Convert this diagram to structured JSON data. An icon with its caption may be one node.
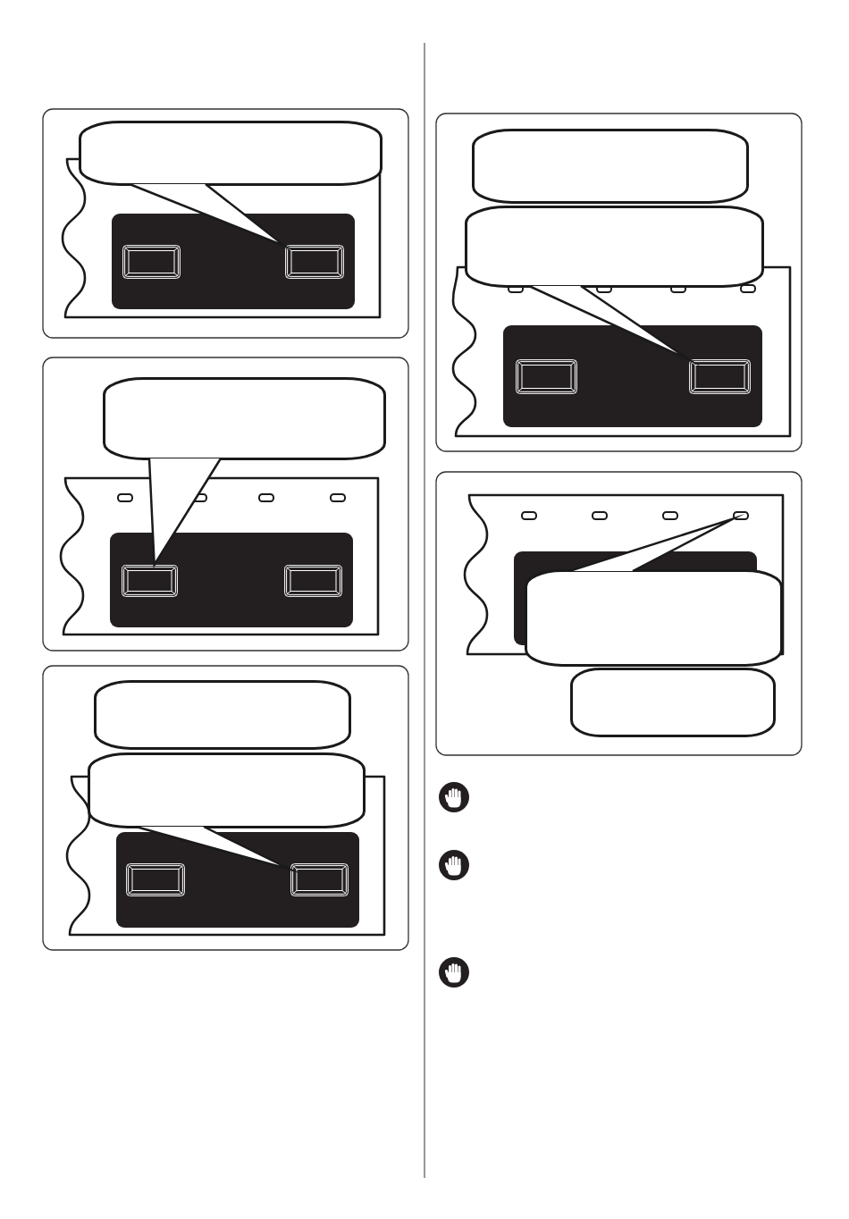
{
  "diagram": {
    "nodes": [
      {
        "text": [],
        "shape": "bubble"
      },
      {
        "text": [],
        "shape": "button"
      },
      {
        "text": [],
        "shape": "button"
      },
      {
        "text": [],
        "shape": "bubble"
      },
      {
        "text": [],
        "shape": "light"
      },
      {
        "text": [],
        "shape": "light"
      },
      {
        "text": [],
        "shape": "light"
      },
      {
        "text": [],
        "shape": "light"
      },
      {
        "text": [],
        "shape": "button"
      },
      {
        "text": [],
        "shape": "button"
      },
      {
        "text": [],
        "shape": "bubble"
      },
      {
        "text": [],
        "shape": "bubble"
      },
      {
        "text": [],
        "shape": "button"
      },
      {
        "text": [],
        "shape": "button"
      },
      {
        "text": [],
        "shape": "bubble"
      },
      {
        "text": [],
        "shape": "bubble"
      },
      {
        "text": [],
        "shape": "light"
      },
      {
        "text": [],
        "shape": "light"
      },
      {
        "text": [],
        "shape": "light"
      },
      {
        "text": [],
        "shape": "light"
      },
      {
        "text": [],
        "shape": "button"
      },
      {
        "text": [],
        "shape": "button"
      },
      {
        "text": [],
        "shape": "light"
      },
      {
        "text": [],
        "shape": "light"
      },
      {
        "text": [],
        "shape": "light"
      },
      {
        "text": [],
        "shape": "light"
      },
      {
        "text": [],
        "shape": "bubble"
      },
      {
        "text": [],
        "shape": "bubble"
      }
    ],
    "edges": [
      {
        "from": 0,
        "to": 2,
        "arrow": "none"
      },
      {
        "from": 3,
        "to": 8,
        "arrow": "none"
      },
      {
        "from": 11,
        "to": 13,
        "arrow": "none"
      },
      {
        "from": 15,
        "to": 21,
        "arrow": "none"
      },
      {
        "from": 26,
        "to": 25,
        "arrow": "none"
      }
    ]
  }
}
